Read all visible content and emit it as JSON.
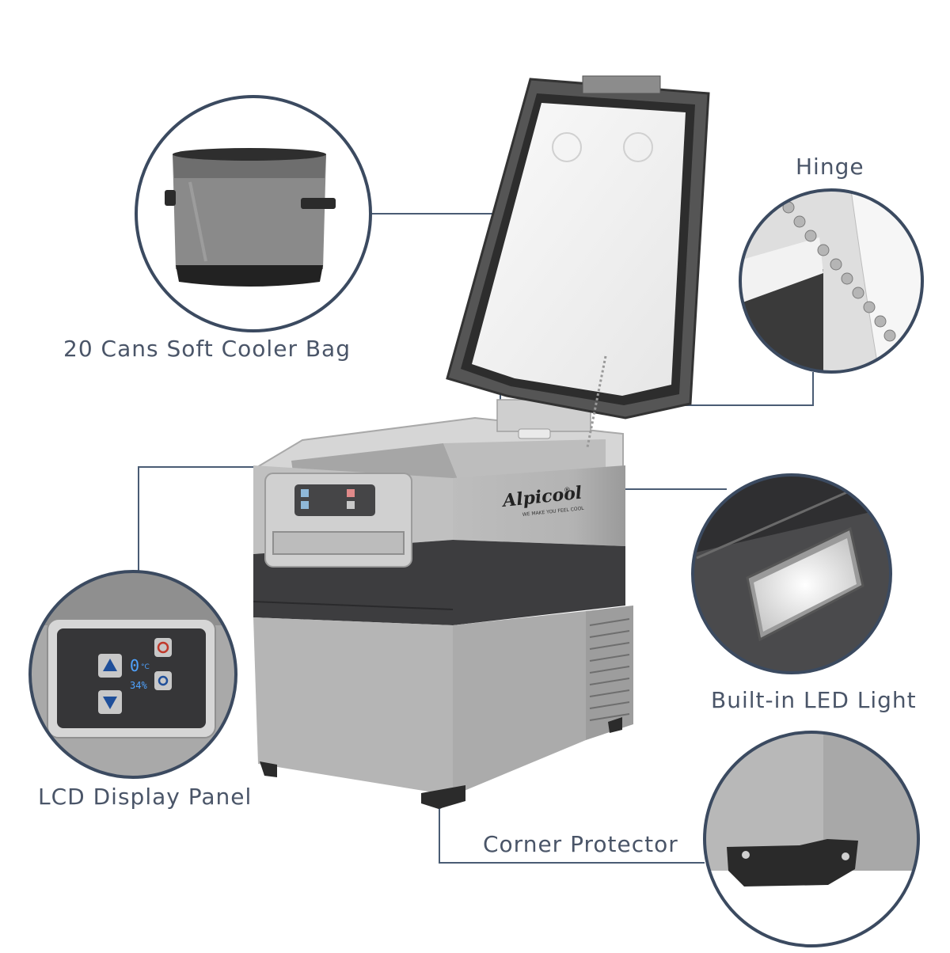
{
  "brand": {
    "name": "Alpicool",
    "trademark": "®",
    "tagline": "WE MAKE YOU FEEL COOL"
  },
  "callouts": {
    "soft_cooler_bag": "20 Cans Soft Cooler Bag",
    "hinge": "Hinge",
    "lcd_display_panel": "LCD Display Panel",
    "led_light": "Built-in LED Light",
    "corner_protector": "Corner Protector"
  },
  "lcd_readout": {
    "temperature": "0",
    "unit": "°C",
    "secondary": "34%"
  },
  "colors": {
    "accent_line": "#4a5c74",
    "body_gray": "#b9b9b9",
    "band_dark": "#3d3d3f",
    "label_text": "#4a5568"
  },
  "icons": [
    "up-arrow-icon",
    "down-arrow-icon",
    "power-icon",
    "settings-icon"
  ]
}
